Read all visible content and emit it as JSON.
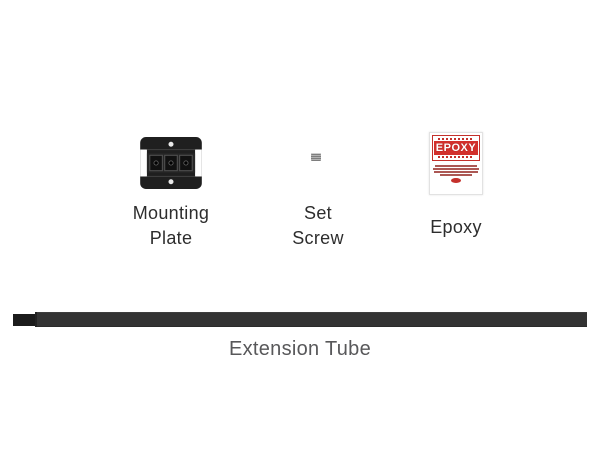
{
  "diagram": {
    "parts": {
      "mounting_plate": {
        "name_line1": "Mounting",
        "name_line2": "Plate"
      },
      "set_screw": {
        "name_line1": "Set",
        "name_line2": "Screw"
      },
      "epoxy": {
        "name": "Epoxy",
        "package_text": "EPOXY"
      },
      "extension_tube": {
        "name": "Extension Tube"
      }
    },
    "colors": {
      "background": "#ffffff",
      "part_label_text": "#2d2d2d",
      "tube_label_text": "#58585a",
      "plate_black": "#1f1f1f",
      "epoxy_red": "#d2302c",
      "tube_gray": "#333333",
      "tube_tip_black": "#1b1b1b",
      "screw_gray": "#8f8f8f"
    }
  }
}
